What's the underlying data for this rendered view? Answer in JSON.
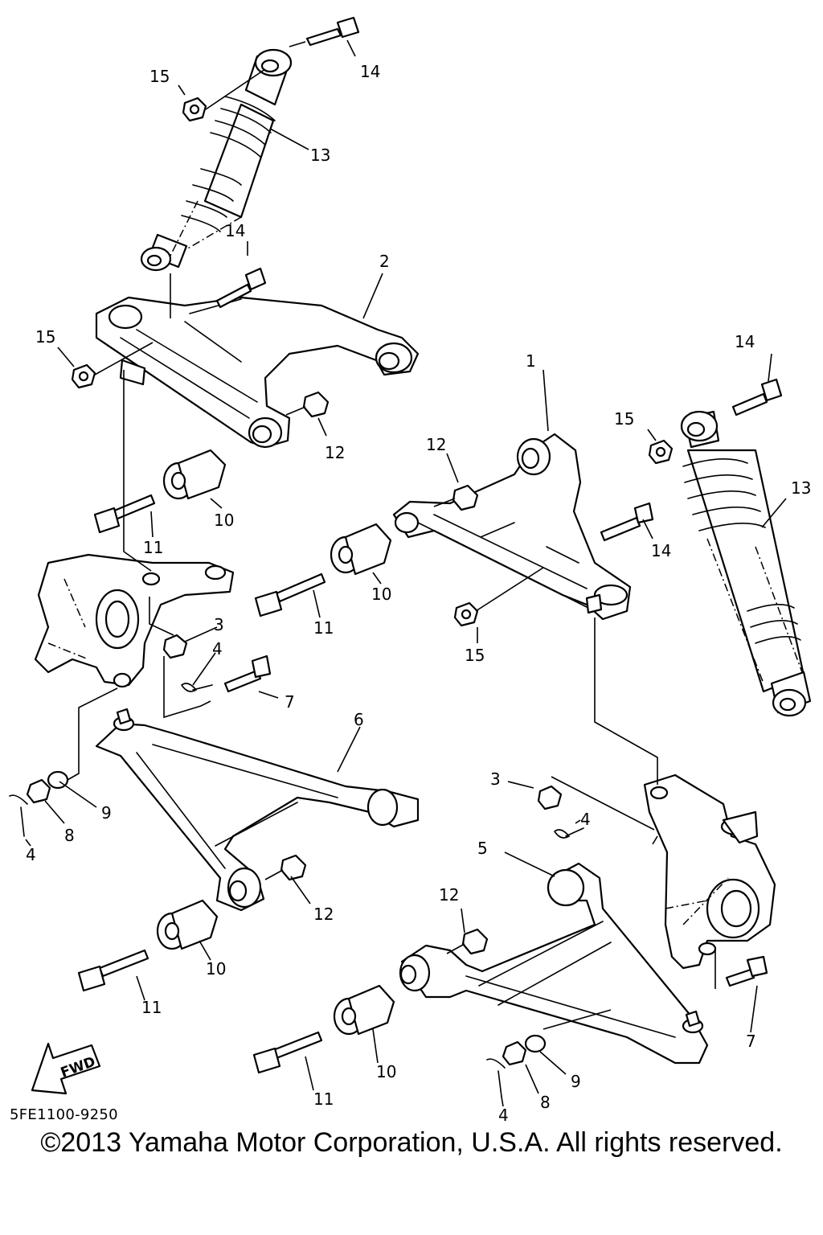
{
  "diagram": {
    "part_code": "5FE1100-9250",
    "fwd_label": "FWD",
    "callouts": {
      "c1": "1",
      "c2": "2",
      "c3a": "3",
      "c3b": "3",
      "c4a": "4",
      "c4b": "4",
      "c4c": "4",
      "c4d": "4",
      "c5": "5",
      "c6": "6",
      "c7a": "7",
      "c7b": "7",
      "c8a": "8",
      "c8b": "8",
      "c9a": "9",
      "c9b": "9",
      "c10a": "10",
      "c10b": "10",
      "c10c": "10",
      "c10d": "10",
      "c11a": "11",
      "c11b": "11",
      "c11c": "11",
      "c11d": "11",
      "c12a": "12",
      "c12b": "12",
      "c12c": "12",
      "c12d": "12",
      "c13a": "13",
      "c13b": "13",
      "c14a": "14",
      "c14b": "14",
      "c14c": "14",
      "c14d": "14",
      "c15a": "15",
      "c15b": "15",
      "c15c": "15",
      "c15d": "15"
    }
  },
  "footer": {
    "copyright": "©2013 Yamaha Motor Corporation, U.S.A. All rights reserved."
  }
}
